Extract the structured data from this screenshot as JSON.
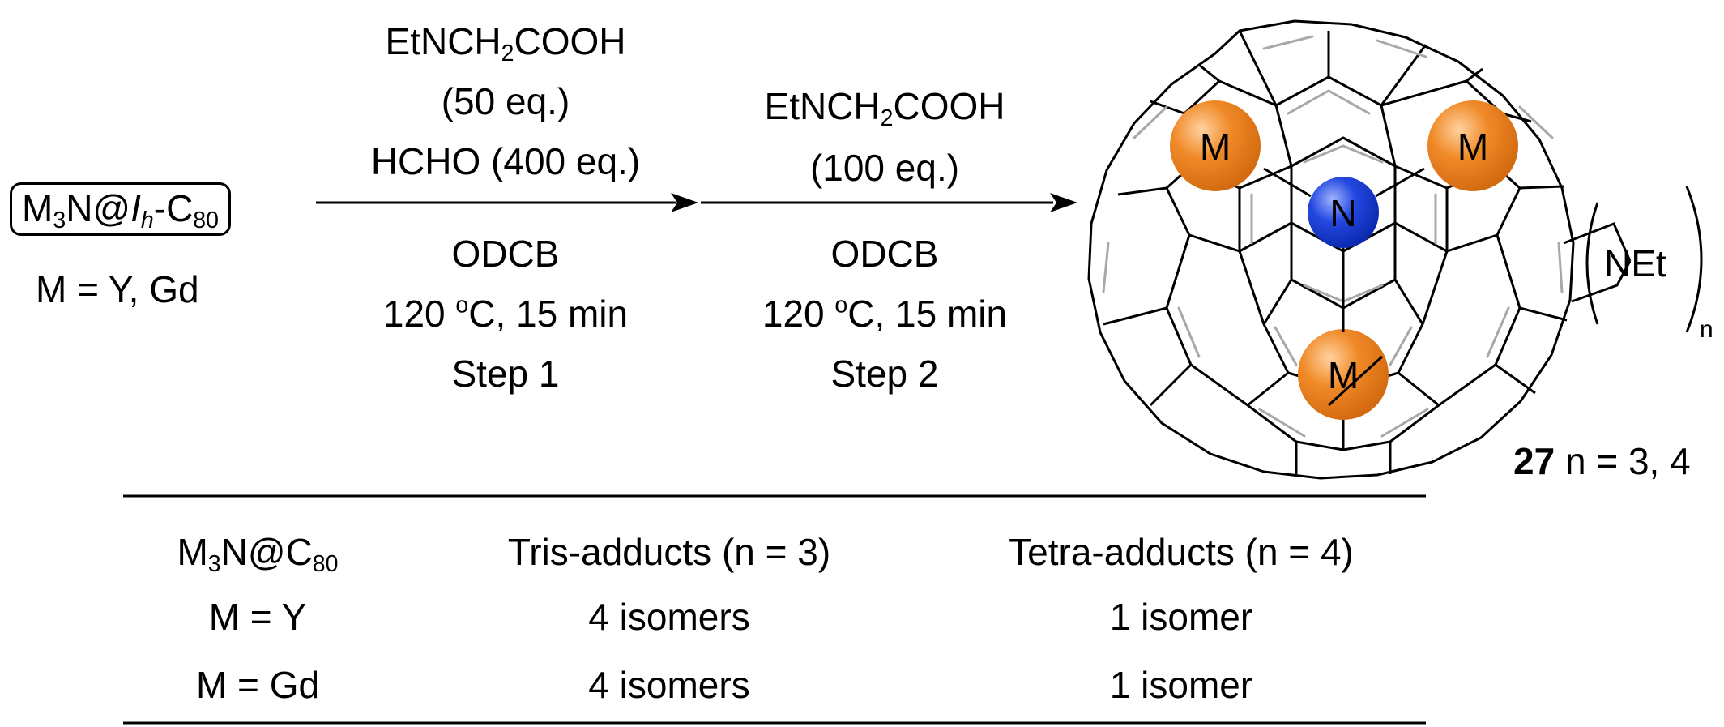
{
  "reactant": {
    "m": "M",
    "sub3": "3",
    "n_at": "N@",
    "ih_i": "I",
    "ih_h": "h",
    "dash_c": "-C",
    "sub80": "80",
    "metals": "M = Y, Gd"
  },
  "step1": {
    "r1_pre": "EtNCH",
    "r1_sub": "2",
    "r1_post": "COOH",
    "r1_eq": "(50 eq.)",
    "r2": "HCHO (400 eq.)",
    "solvent": "ODCB",
    "temp_pre": "120 ",
    "temp_sup": "o",
    "temp_post": "C, 15 min",
    "label": "Step 1"
  },
  "step2": {
    "r1_pre": "EtNCH",
    "r1_sub": "2",
    "r1_post": "COOH",
    "r1_eq": "(100 eq.)",
    "solvent": "ODCB",
    "temp_pre": "120 ",
    "temp_sup": "o",
    "temp_post": "C, 15 min",
    "label": "Step 2"
  },
  "product": {
    "metal_label": "M",
    "nitrogen_label": "N",
    "pyrrolidine_label": "NEt",
    "subscript_n": "n",
    "compound_number": "27",
    "compound_suffix": " n = 3, 4",
    "colors": {
      "metal": "#F08A28",
      "nitrogen": "#1E3FD0"
    }
  },
  "table": {
    "header": {
      "col1_m": "M",
      "col1_sub3": "3",
      "col1_nat": "N@C",
      "col1_sub80": "80",
      "col2": "Tris-adducts (n = 3)",
      "col3": "Tetra-adducts (n = 4)"
    },
    "rows": [
      {
        "metal": "M = Y",
        "tris": "4 isomers",
        "tetra": "1 isomer"
      },
      {
        "metal": "M = Gd",
        "tris": "4 isomers",
        "tetra": "1 isomer"
      }
    ]
  }
}
